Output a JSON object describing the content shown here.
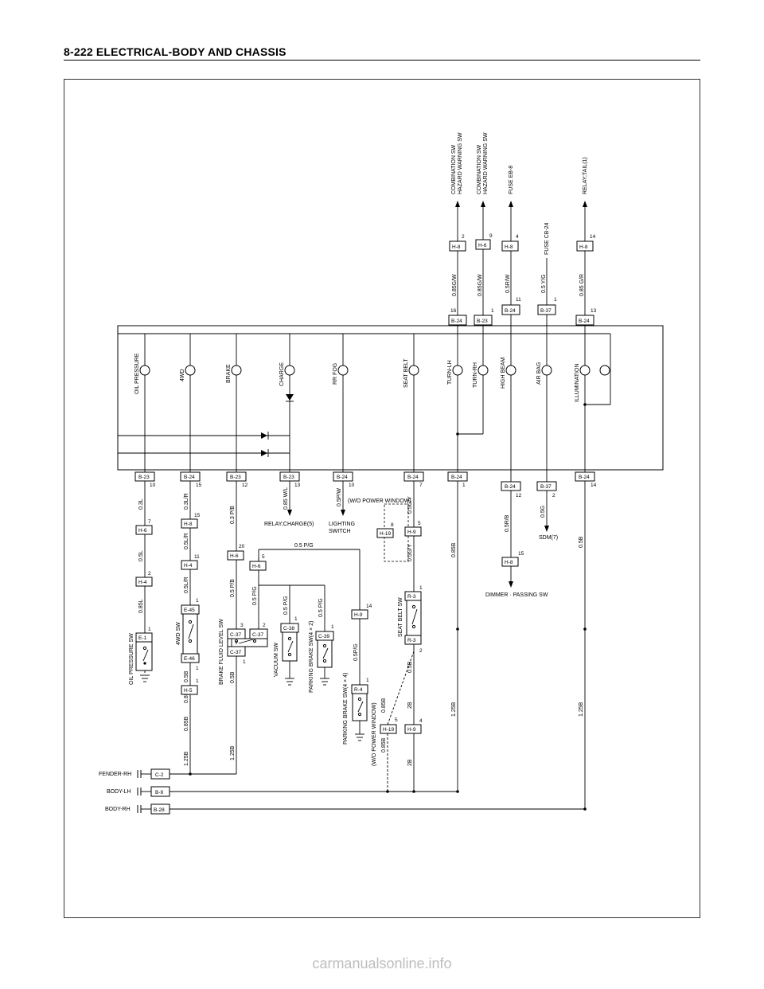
{
  "header": {
    "title": "8-222 ELECTRICAL-BODY AND CHASSIS"
  },
  "watermark": "carmanualsonline.info",
  "meter": {
    "warning_lamps": [
      "OIL PRESSURE",
      "4WD",
      "BRAKE",
      "CHARGE",
      "RR FOG",
      "SEAT BELT",
      "TURN-LH",
      "TURN-RH",
      "HIGH BEAM",
      "AIR BAG",
      "ILLUMINATION"
    ]
  },
  "top_circuits": [
    {
      "meter_conn": "B-24",
      "meter_pin": "16",
      "wire": "0.85G/W",
      "conn": "H-8",
      "pin": "2",
      "dest": [
        "COMBINATION SW",
        "HAZARD WARNING SW"
      ]
    },
    {
      "meter_conn": "B-23",
      "meter_pin": "1",
      "wire": "0.85G/W",
      "conn": "H-6",
      "pin": "9",
      "dest": [
        "COMBINATION SW",
        "HAZARD WARNING SW"
      ]
    },
    {
      "meter_conn": "B-24",
      "meter_pin": "11",
      "wire": "0.5R/W",
      "conn": "H-8",
      "pin": "4",
      "dest": [
        "FUSE EB-8"
      ]
    },
    {
      "meter_conn": "B-37",
      "meter_pin": "1",
      "wire": "0.5 Y/G",
      "conn": "",
      "pin": "",
      "dest": [
        "FUSE CB-24"
      ]
    },
    {
      "meter_conn": "B-24",
      "meter_pin": "13",
      "wire": "0.85 G/R",
      "conn": "H-8",
      "pin": "14",
      "dest": [
        "RELAY;TAIL(1)"
      ]
    }
  ],
  "bottom_connectors": [
    {
      "conn": "B-23",
      "pin": "10"
    },
    {
      "conn": "B-24",
      "pin": "15"
    },
    {
      "conn": "B-23",
      "pin": "12"
    },
    {
      "conn": "B-23",
      "pin": "13"
    },
    {
      "conn": "B-24",
      "pin": "10"
    },
    {
      "conn": "B-24",
      "pin": "7"
    },
    {
      "conn": "B-24",
      "pin": "1"
    },
    {
      "conn": "B-24",
      "pin": "12"
    },
    {
      "conn": "B-37",
      "pin": "2"
    },
    {
      "conn": "B-24",
      "pin": "14"
    }
  ],
  "oil_pressure": {
    "wires": [
      "0.3L",
      "0.5L",
      "0.85L"
    ],
    "conns": [
      {
        "c": "H-6",
        "p": "7"
      },
      {
        "c": "H-4",
        "p": "2"
      },
      {
        "c": "E-1",
        "p": "1"
      }
    ],
    "switch": "OIL PRESSURE SW"
  },
  "four_wd": {
    "wires": [
      "0.3L/R",
      "0.5L/R",
      "0.5L/R",
      "0.5B",
      "0.85B",
      "0.85B",
      "1.25B"
    ],
    "conns": [
      {
        "c": "H-8",
        "p": "15"
      },
      {
        "c": "H-4",
        "p": "11"
      },
      {
        "c": "E-45",
        "p": "1"
      },
      {
        "c": "E-46",
        "p": "1"
      },
      {
        "c": "H-5",
        "p": "1"
      }
    ],
    "switch": "4WD SW"
  },
  "brake": {
    "wires": [
      "0.3 P/B",
      "0.5 P/B",
      "0.5B",
      "1.25B",
      "0.5 P/G",
      "0.5 P/G",
      "0.5 P/G",
      "0.5 P/G",
      "0.5P/G"
    ],
    "conns": [
      {
        "c": "H-6",
        "p": "20"
      },
      {
        "c": "H-6",
        "p": "5"
      },
      {
        "c": "C-37",
        "p": "3"
      },
      {
        "c": "C-37",
        "p": "2"
      },
      {
        "c": "C-37",
        "p": "1"
      },
      {
        "c": "C-38",
        "p": "1"
      },
      {
        "c": "C-39",
        "p": "1"
      },
      {
        "c": "H-9",
        "p": "14"
      },
      {
        "c": "R-4",
        "p": "1"
      }
    ],
    "switches": [
      "BRAKE FLUID LEVEL SW",
      "VACUUM SW",
      "PARKING BRAKE SW(4 × 2)",
      "PARKING BRAKE SW(4 × 4)"
    ]
  },
  "charge": {
    "wire": "0.85 W/L",
    "dest": "RELAY;CHARGE(5)"
  },
  "rr_fog": {
    "wire": "0.5P/W",
    "dest": [
      "LIGHTING",
      "SWITCH"
    ]
  },
  "seat_belt": {
    "note": "(W/O POWER WINDOW)",
    "wires": [
      "0.5G/Y",
      "0.5G/Y",
      "0.5B",
      "2B",
      "2B",
      "0.85B",
      "0.85B"
    ],
    "conns": [
      {
        "c": "H-19",
        "p": "8"
      },
      {
        "c": "H-9",
        "p": "5"
      },
      {
        "c": "R-3",
        "p": "1"
      },
      {
        "c": "R-3",
        "p": "2"
      },
      {
        "c": "H-9",
        "p": "4"
      },
      {
        "c": "H-19",
        "p": "5"
      }
    ],
    "switch": "SEAT BELT SW",
    "note2": "(W/O POWER WINDOW)"
  },
  "turn": {
    "wires": [
      "0.85B",
      "1.25B"
    ]
  },
  "high_beam": {
    "wire": "0.5R/B",
    "conn": "H-8",
    "pin": "15",
    "dest": "DIMMER · PASSING SW"
  },
  "air_bag": {
    "wire": "0.5G",
    "dest": "SDM(7)"
  },
  "illumination": {
    "wires": [
      "0.5B",
      "1.25B"
    ]
  },
  "grounds": [
    {
      "label": "FENDER-RH",
      "conn": "C-2"
    },
    {
      "label": "BODY-LH",
      "conn": "B-9"
    },
    {
      "label": "BODY-RH",
      "conn": "B-28"
    }
  ]
}
